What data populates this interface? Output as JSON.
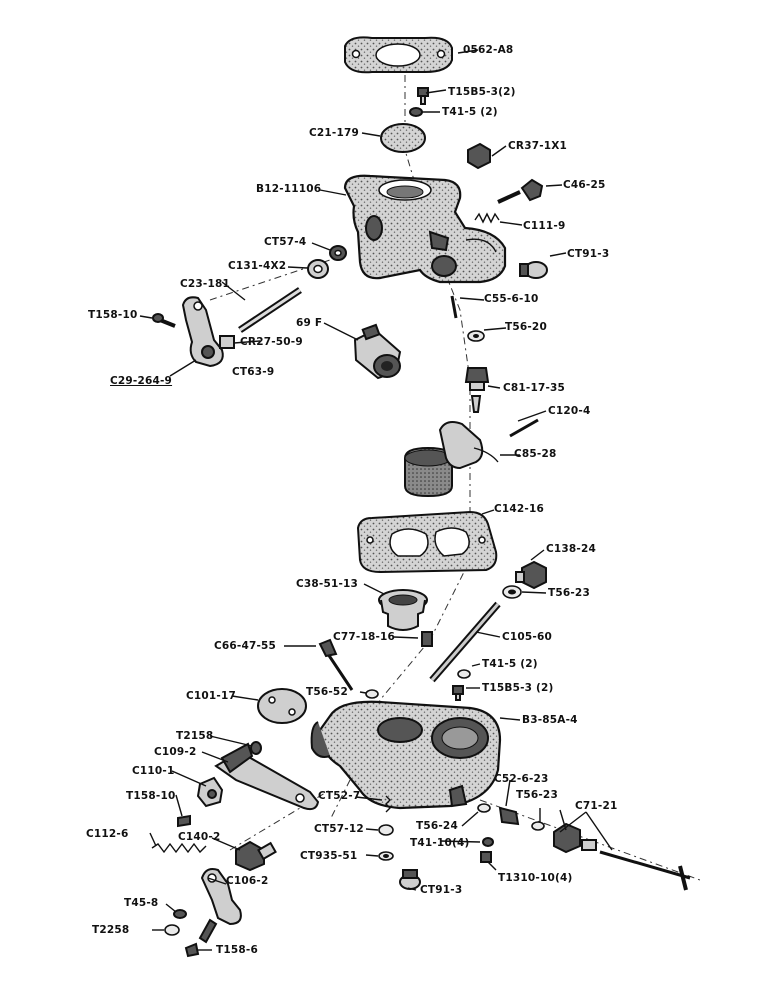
{
  "labels": {
    "gasket_top": "0562-A8",
    "screw_top": "T15B5-3(2)",
    "washer_top": "T41-5 (2)",
    "throttle_plate": "C21-179",
    "plug_top": "CR37-1X1",
    "throttle_body": "B12-11106",
    "screw_c46": "C46-25",
    "spring_c111": "C111-9",
    "ct57_upper": "CT57-4",
    "ct91_upper": "CT91-3",
    "c131": "C131-4X2",
    "shaft": "C23-181",
    "c55": "C55-6-10",
    "t158_upper": "T158-10",
    "fitting_69f": "69 F",
    "cr27": "CR27-50-9",
    "t56_20": "T56-20",
    "lever_assy": "C29-264-9",
    "ct63": "CT63-9",
    "c81": "C81-17-35",
    "pin_c120": "C120-4",
    "float": "C85-28",
    "gasket_mid": "C142-16",
    "c138": "C138-24",
    "c38": "C38-51-13",
    "t56_23a": "T56-23",
    "c77": "C77-18-16",
    "c105": "C105-60",
    "c66": "C66-47-55",
    "t41_5b": "T41-5 (2)",
    "t15b5_3b": "T15B5-3 (2)",
    "c101": "C101-17",
    "t56_52": "T56-52",
    "bowl": "B3-85A-4",
    "t2158": "T2158",
    "c109": "C109-2",
    "c110": "C110-1",
    "c52": "C52-6-23",
    "t56_23b": "T56-23",
    "c71": "C71-21",
    "t158_mid": "T158-10",
    "ct52": "CT52-7",
    "ct57_lower": "CT57-12",
    "t56_24": "T56-24",
    "c112": "C112-6",
    "c140": "C140-2",
    "t41_10": "T41-10(4)",
    "ct935": "CT935-51",
    "t1310": "T1310-10(4)",
    "c106": "C106-2",
    "ct91_lower": "CT91-3",
    "t45": "T45-8",
    "t2258": "T2258",
    "t158_6": "T158-6"
  },
  "icons": [
    "exploded-carburetor-drawing"
  ]
}
